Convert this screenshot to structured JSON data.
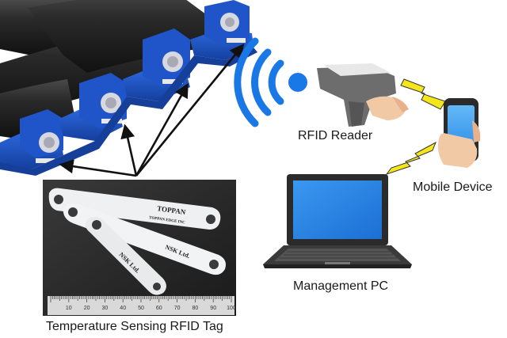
{
  "labels": {
    "rfid_reader": "RFID Reader",
    "mobile_device": "Mobile Device",
    "management_pc": "Management PC",
    "rfid_tag": "Temperature Sensing RFID Tag"
  },
  "tag_print": {
    "brand": "TOPPAN",
    "sub": "TOPPAN EDGE INC",
    "nsk_1": "NSK Ltd.",
    "nsk_2": "NSK Ltd."
  },
  "ruler": {
    "numbers": [
      "10",
      "20",
      "30",
      "40",
      "50",
      "60",
      "70",
      "80",
      "90",
      "100"
    ]
  },
  "icons": {
    "wifi": "wifi-signal-icon",
    "bolt": "lightning-bolt-icon"
  },
  "colors": {
    "bearing_blue": "#1f55c8",
    "wifi_blue": "#1a78e6",
    "bolt_yellow": "#f5e51b",
    "laptop_screen": "#2a86e6",
    "phone_screen": "#4aa6f0",
    "reader_gray": "#6d6d6d"
  }
}
